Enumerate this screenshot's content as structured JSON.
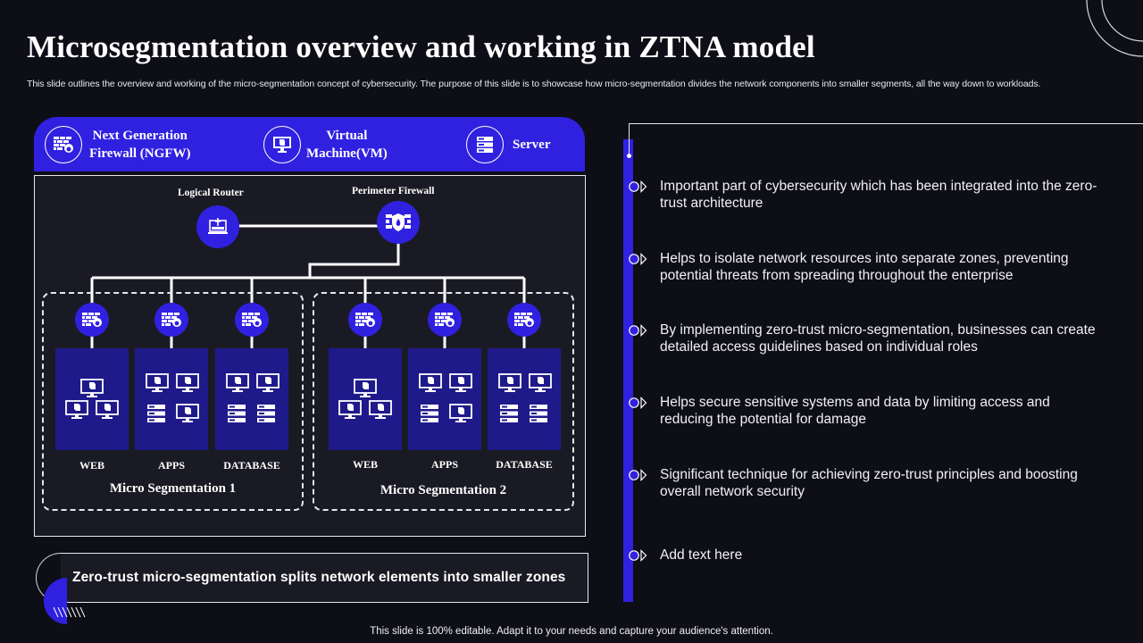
{
  "header": {
    "title": "Microsegmentation overview and working in ZTNA model",
    "subtitle": "This slide outlines the overview and working of the micro-segmentation concept of cybersecurity. The purpose of this slide is to showcase how micro-segmentation divides the network components into smaller segments, all the way down to workloads."
  },
  "legend": {
    "items": [
      {
        "icon": "firewall-icon",
        "label_line1": "Next Generation",
        "label_line2": "Firewall  (NGFW)"
      },
      {
        "icon": "virtual-machine-icon",
        "label_line1": "Virtual",
        "label_line2": "Machine(VM)"
      },
      {
        "icon": "server-icon",
        "label_line1": "Server",
        "label_line2": ""
      }
    ]
  },
  "diagram": {
    "logical_router_label": "Logical Router",
    "perimeter_firewall_label": "Perimeter Firewall",
    "segments": [
      {
        "title": "Micro Segmentation 1",
        "tiers": [
          {
            "label": "WEB",
            "contents": [
              "vm",
              "vm",
              "vm"
            ]
          },
          {
            "label": "APPS",
            "contents": [
              "vm",
              "vm",
              "server",
              "vm"
            ]
          },
          {
            "label": "DATABASE",
            "contents": [
              "vm",
              "vm",
              "server",
              "server"
            ]
          }
        ]
      },
      {
        "title": "Micro Segmentation 2",
        "tiers": [
          {
            "label": "WEB",
            "contents": [
              "vm",
              "vm",
              "vm"
            ]
          },
          {
            "label": "APPS",
            "contents": [
              "vm",
              "vm",
              "server",
              "vm"
            ]
          },
          {
            "label": "DATABASE",
            "contents": [
              "vm",
              "vm",
              "server",
              "server"
            ]
          }
        ]
      }
    ]
  },
  "caption": "Zero-trust micro-segmentation splits network elements into smaller zones",
  "points": [
    "Important part of cybersecurity which has been integrated into the zero-trust architecture",
    "Helps to isolate network resources into separate zones, preventing potential threats from spreading throughout the enterprise",
    "By implementing zero-trust micro-segmentation, businesses can create detailed access guidelines based on individual roles",
    "Helps secure sensitive systems and data by limiting access and reducing the potential for damage",
    "Significant technique for achieving zero-trust principles and boosting overall network security",
    "Add text here"
  ],
  "footer": "This slide is 100% editable. Adapt it to your needs and capture your audience's attention.",
  "colors": {
    "accent": "#3021e0",
    "tier_fill": "#1f1a8a",
    "background": "#0e0e17",
    "panel": "#1a1a24"
  }
}
